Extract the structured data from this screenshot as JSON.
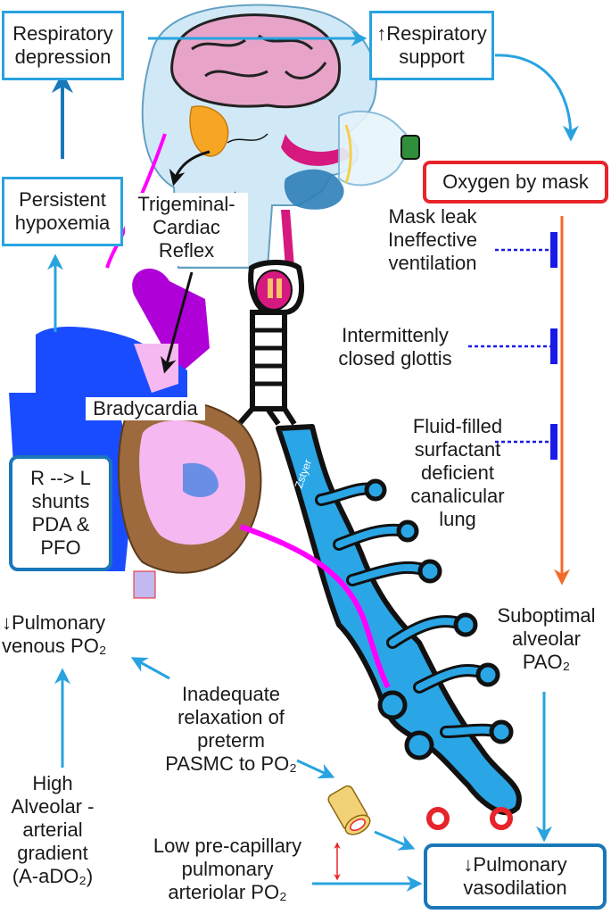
{
  "nodes": {
    "respiratory_depression": "Respiratory\ndepression",
    "respiratory_support": "↑Respiratory\nsupport",
    "persistent_hypoxemia": "Persistent\nhypoxemia",
    "trigeminal_cardiac_reflex": "Trigeminal-\nCardiac\nReflex",
    "oxygen_by_mask": "Oxygen by mask",
    "mask_leak": "Mask leak\nIneffective\nventilation",
    "intermittently_closed_glottis": "Intermittenly\nclosed glottis",
    "fluid_filled_lung": "Fluid-filled\nsurfactant\ndeficient\ncanalicular\nlung",
    "bradycardia": "Bradycardia",
    "shunts": "R --> L\nshunts\nPDA &\nPFO",
    "pulmonary_venous_po2": "↓Pulmonary\nvenous PO₂",
    "suboptimal_alveolar": "Suboptimal\nalveolar\nPAO₂",
    "inadequate_relaxation": "Inadequate\nrelaxation of\npreterm\nPASMC to PO₂",
    "high_gradient": "High\nAlveolar -\narterial\ngradient\n(A-aDO₂)",
    "low_precapillary": "Low pre-capillary\npulmonary\narteriolar PO₂",
    "pulmonary_vasodilation": "↓Pulmonary\nvasodilation"
  },
  "colors": {
    "arrow_light_blue": "#29a3e0",
    "arrow_dark_blue": "#1a77b9",
    "box_red": "#e8242b",
    "inhibit_blue": "#1a1ae6",
    "orange_line": "#f26b2a",
    "magenta": "#ff00ff",
    "heart_blue": "#1a4cff",
    "lung_blue": "#2aa6e6",
    "brain_pink": "#e8a4c8"
  }
}
